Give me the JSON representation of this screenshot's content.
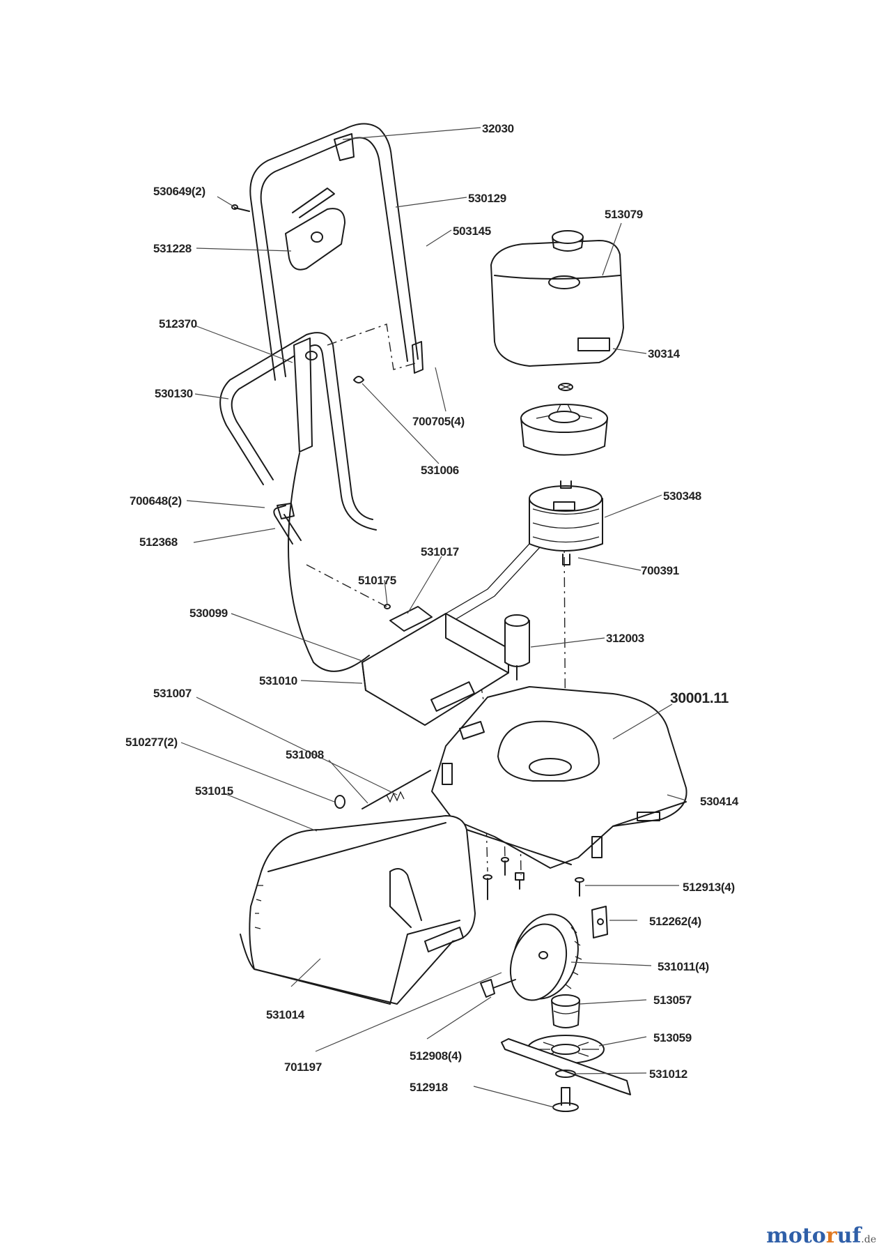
{
  "parts": [
    {
      "id": "p32030",
      "label": "32030"
    },
    {
      "id": "p530649",
      "label": "530649(2)"
    },
    {
      "id": "p530129",
      "label": "530129"
    },
    {
      "id": "p513079",
      "label": "513079"
    },
    {
      "id": "p503145",
      "label": "503145"
    },
    {
      "id": "p531228",
      "label": "531228"
    },
    {
      "id": "p512370",
      "label": "512370"
    },
    {
      "id": "p30314",
      "label": "30314"
    },
    {
      "id": "p530130",
      "label": "530130"
    },
    {
      "id": "p700705",
      "label": "700705(4)"
    },
    {
      "id": "p531006",
      "label": "531006"
    },
    {
      "id": "p700648",
      "label": "700648(2)"
    },
    {
      "id": "p530348",
      "label": "530348"
    },
    {
      "id": "p512368",
      "label": "512368"
    },
    {
      "id": "p531017",
      "label": "531017"
    },
    {
      "id": "p700391",
      "label": "700391"
    },
    {
      "id": "p510175",
      "label": "510175"
    },
    {
      "id": "p530099",
      "label": "530099"
    },
    {
      "id": "p312003",
      "label": "312003"
    },
    {
      "id": "p531010",
      "label": "531010"
    },
    {
      "id": "p531007",
      "label": "531007"
    },
    {
      "id": "p3000111",
      "label": "30001.11"
    },
    {
      "id": "p510277",
      "label": "510277(2)"
    },
    {
      "id": "p531008",
      "label": "531008"
    },
    {
      "id": "p531015",
      "label": "531015"
    },
    {
      "id": "p530414",
      "label": "530414"
    },
    {
      "id": "p512913",
      "label": "512913(4)"
    },
    {
      "id": "p512262",
      "label": "512262(4)"
    },
    {
      "id": "p531011",
      "label": "531011(4)"
    },
    {
      "id": "p531014",
      "label": "531014"
    },
    {
      "id": "p513057",
      "label": "513057"
    },
    {
      "id": "p513059",
      "label": "513059"
    },
    {
      "id": "p701197",
      "label": "701197"
    },
    {
      "id": "p512908",
      "label": "512908(4)"
    },
    {
      "id": "p531012",
      "label": "531012"
    },
    {
      "id": "p512918",
      "label": "512918"
    }
  ],
  "watermark": {
    "part1": "moto",
    "part2": "r",
    "part3": "uf",
    "tld": ".de"
  }
}
